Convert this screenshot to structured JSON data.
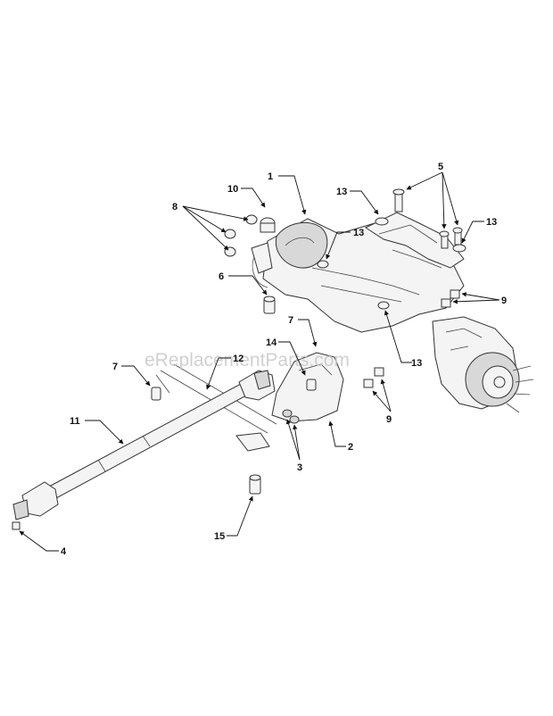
{
  "watermark": "eReplacementParts.com",
  "callouts": [
    {
      "id": "1",
      "label": "1"
    },
    {
      "id": "2",
      "label": "2"
    },
    {
      "id": "3",
      "label": "3"
    },
    {
      "id": "4",
      "label": "4"
    },
    {
      "id": "5",
      "label": "5"
    },
    {
      "id": "6",
      "label": "6"
    },
    {
      "id": "7a",
      "label": "7"
    },
    {
      "id": "7b",
      "label": "7"
    },
    {
      "id": "8",
      "label": "8"
    },
    {
      "id": "9a",
      "label": "9"
    },
    {
      "id": "9b",
      "label": "9"
    },
    {
      "id": "10",
      "label": "10"
    },
    {
      "id": "11",
      "label": "11"
    },
    {
      "id": "12",
      "label": "12"
    },
    {
      "id": "13a",
      "label": "13"
    },
    {
      "id": "13b",
      "label": "13"
    },
    {
      "id": "13c",
      "label": "13"
    },
    {
      "id": "13d",
      "label": "13"
    },
    {
      "id": "14",
      "label": "14"
    },
    {
      "id": "15",
      "label": "15"
    }
  ],
  "colors": {
    "line": "#111111",
    "part_fill": "#f4f4f4",
    "part_shade": "#d8d8d8",
    "watermark": "#c8c8c8"
  }
}
